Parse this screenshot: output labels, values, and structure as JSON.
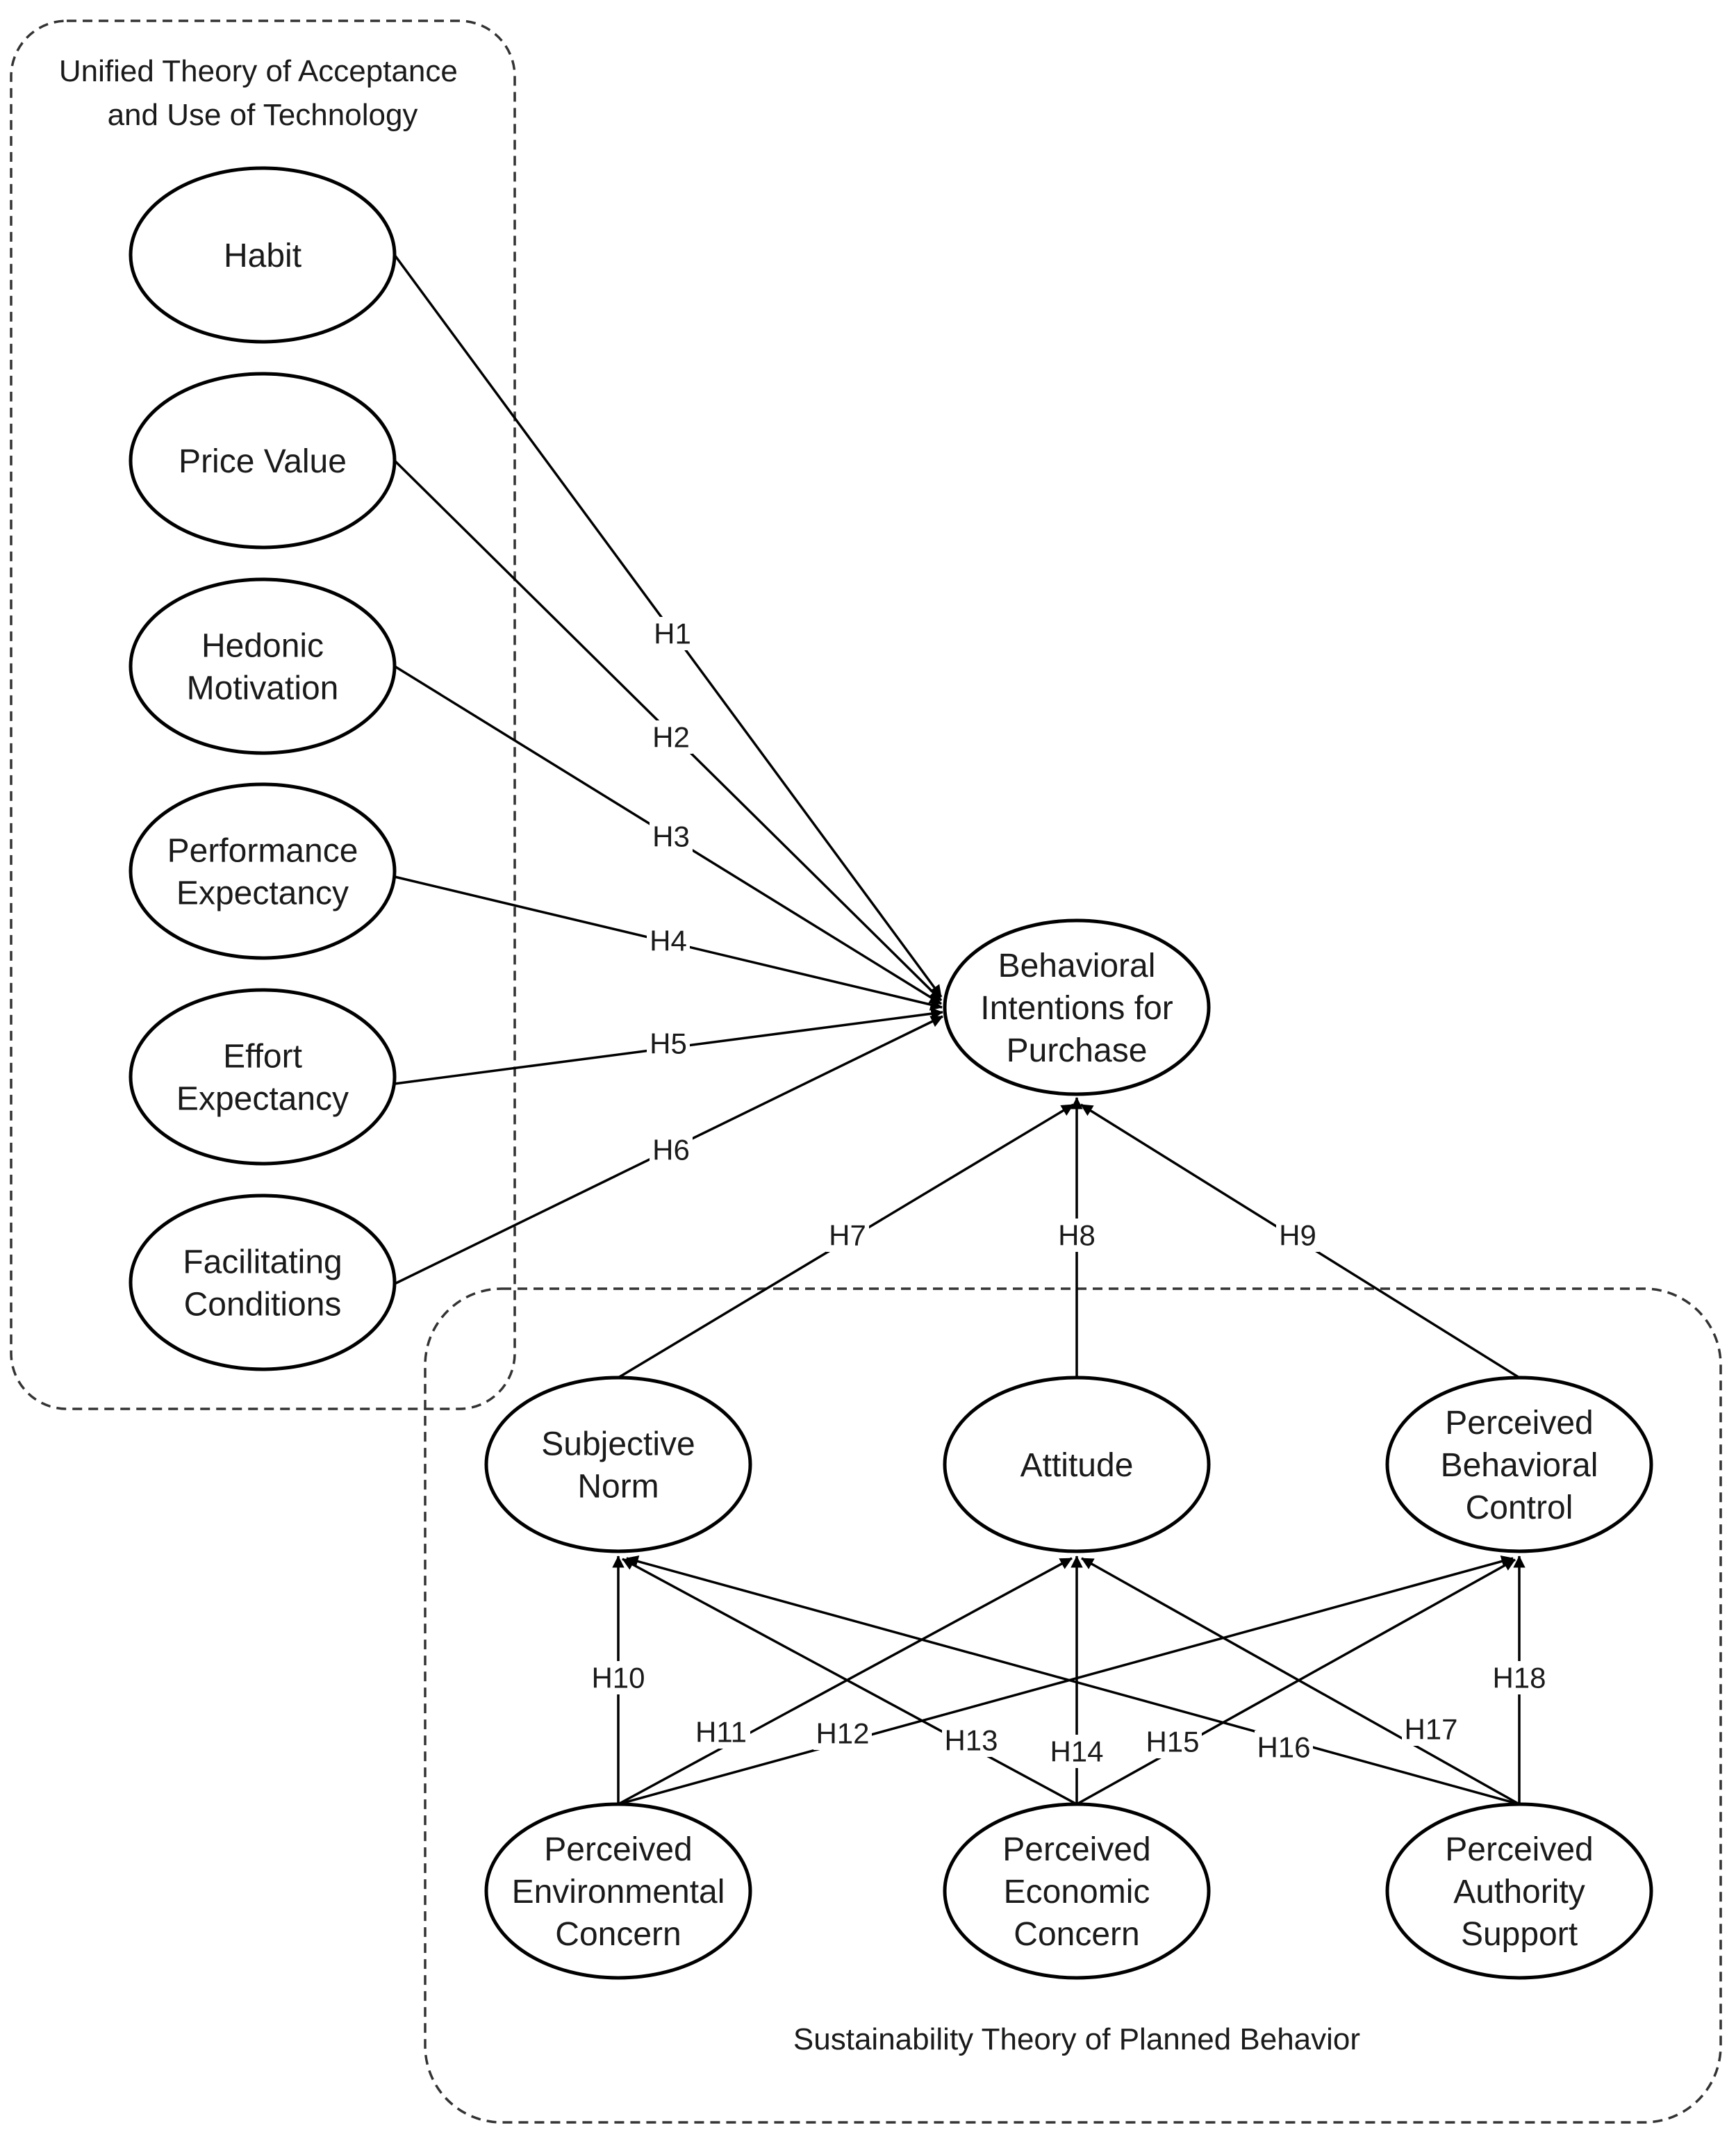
{
  "groups": {
    "utaut": {
      "title": [
        "Unified Theory of Acceptance",
        "and Use of Technology"
      ]
    },
    "stpb": {
      "title": [
        "Sustainability Theory of Planned Behavior"
      ]
    }
  },
  "nodes": {
    "habit": [
      "Habit"
    ],
    "price_value": [
      "Price Value"
    ],
    "hedonic_motivation": [
      "Hedonic",
      "Motivation"
    ],
    "performance_expectancy": [
      "Performance",
      "Expectancy"
    ],
    "effort_expectancy": [
      "Effort",
      "Expectancy"
    ],
    "facilitating_conditions": [
      "Facilitating",
      "Conditions"
    ],
    "behavioral_intentions": [
      "Behavioral",
      "Intentions for",
      "Purchase"
    ],
    "subjective_norm": [
      "Subjective",
      "Norm"
    ],
    "attitude": [
      "Attitude"
    ],
    "perceived_behavioral_control": [
      "Perceived",
      "Behavioral",
      "Control"
    ],
    "perceived_environmental_concern": [
      "Perceived",
      "Environmental",
      "Concern"
    ],
    "perceived_economic_concern": [
      "Perceived",
      "Economic",
      "Concern"
    ],
    "perceived_authority_support": [
      "Perceived",
      "Authority",
      "Support"
    ]
  },
  "edges": [
    {
      "from": "habit",
      "to": "behavioral_intentions",
      "label": "H1"
    },
    {
      "from": "price_value",
      "to": "behavioral_intentions",
      "label": "H2"
    },
    {
      "from": "hedonic_motivation",
      "to": "behavioral_intentions",
      "label": "H3"
    },
    {
      "from": "performance_expectancy",
      "to": "behavioral_intentions",
      "label": "H4"
    },
    {
      "from": "effort_expectancy",
      "to": "behavioral_intentions",
      "label": "H5"
    },
    {
      "from": "facilitating_conditions",
      "to": "behavioral_intentions",
      "label": "H6"
    },
    {
      "from": "subjective_norm",
      "to": "behavioral_intentions",
      "label": "H7"
    },
    {
      "from": "attitude",
      "to": "behavioral_intentions",
      "label": "H8"
    },
    {
      "from": "perceived_behavioral_control",
      "to": "behavioral_intentions",
      "label": "H9"
    },
    {
      "from": "perceived_environmental_concern",
      "to": "subjective_norm",
      "label": "H10"
    },
    {
      "from": "perceived_environmental_concern",
      "to": "attitude",
      "label": "H11"
    },
    {
      "from": "perceived_environmental_concern",
      "to": "perceived_behavioral_control",
      "label": "H12"
    },
    {
      "from": "perceived_economic_concern",
      "to": "subjective_norm",
      "label": "H13"
    },
    {
      "from": "perceived_economic_concern",
      "to": "attitude",
      "label": "H14"
    },
    {
      "from": "perceived_economic_concern",
      "to": "perceived_behavioral_control",
      "label": "H15"
    },
    {
      "from": "perceived_authority_support",
      "to": "subjective_norm",
      "label": "H16"
    },
    {
      "from": "perceived_authority_support",
      "to": "attitude",
      "label": "H17"
    },
    {
      "from": "perceived_authority_support",
      "to": "perceived_behavioral_control",
      "label": "H18"
    }
  ]
}
